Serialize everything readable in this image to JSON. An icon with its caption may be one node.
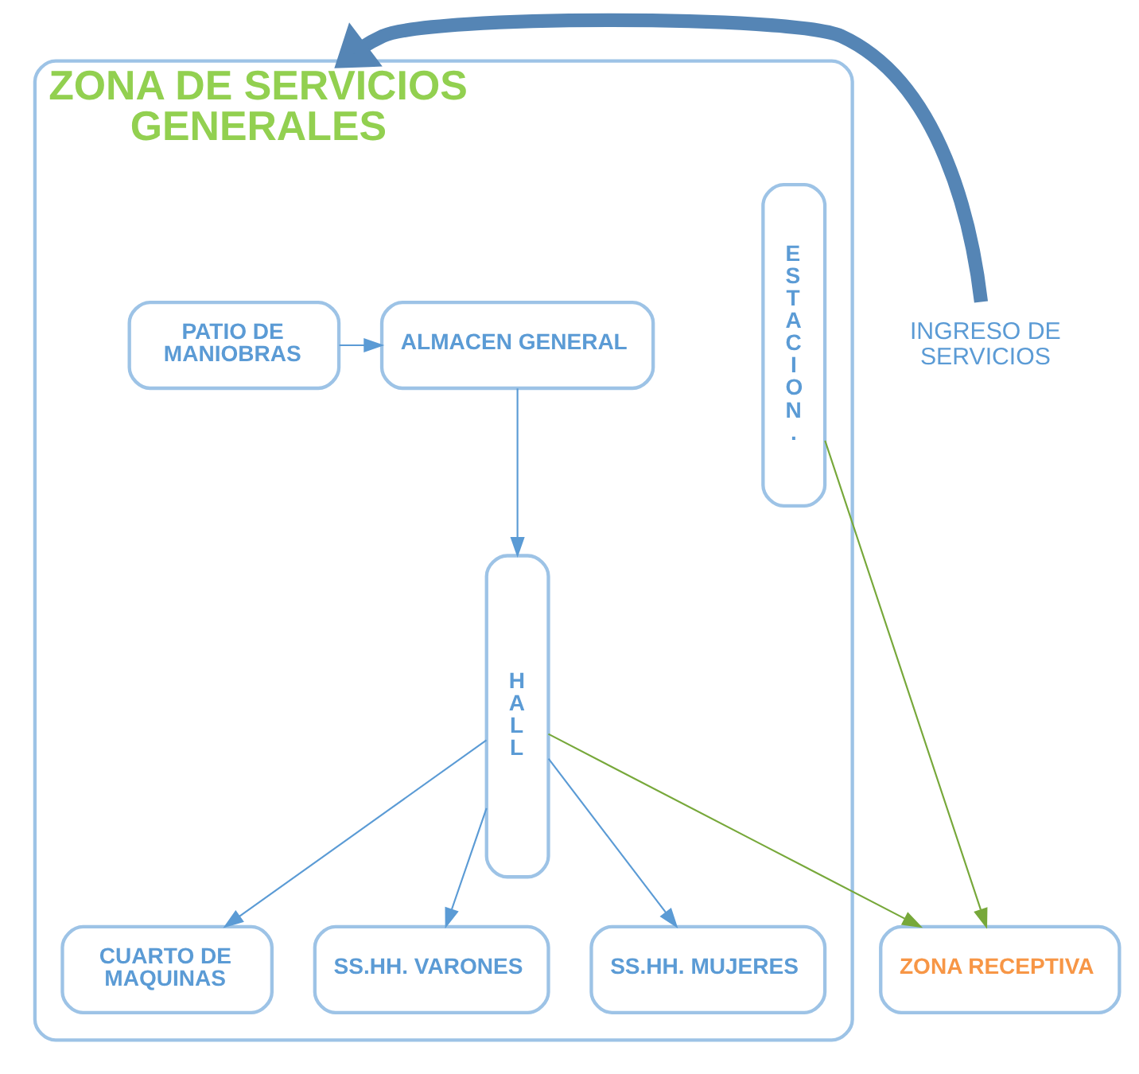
{
  "diagram": {
    "nodes": [
      {
        "text": [
          "ZONA DE SERVICIOS GENERALES"
        ]
      },
      {
        "text": [
          "ALMACEN GENERAL"
        ],
        "in": 0
      },
      {
        "text": [
          "PATIO DE MANIOBRAS"
        ],
        "in": 0
      },
      {
        "text": [
          "ESTACION."
        ],
        "in": 0
      },
      {
        "text": [
          "HALL"
        ],
        "in": 0
      },
      {
        "text": [
          "CUARTO DE MAQUINAS"
        ],
        "in": 0
      },
      {
        "text": [
          "SS.HH. VARONES"
        ],
        "in": 0
      },
      {
        "text": [
          "SS.HH. MUJERES"
        ],
        "in": 0
      },
      {
        "text": [
          "ZONA RECEPTIVA"
        ]
      },
      {
        "text": [
          "INGRESO DE SERVICIOS"
        ]
      }
    ],
    "edges": [
      {
        "from": 2,
        "to": 1,
        "arrow": "to"
      },
      {
        "from": 1,
        "to": 4,
        "arrow": "to"
      },
      {
        "from": 4,
        "to": 5,
        "arrow": "to"
      },
      {
        "from": 4,
        "to": 6,
        "arrow": "to"
      },
      {
        "from": 4,
        "to": 7,
        "arrow": "to"
      },
      {
        "from": 3,
        "to": 8,
        "arrow": "to",
        "color": "#77a83a"
      },
      {
        "from": 4,
        "to": 8,
        "arrow": "to",
        "color": "#77a83a"
      },
      {
        "from": 9,
        "to": 0,
        "arrow": "to",
        "style": "thick",
        "color": "#5585b5"
      }
    ]
  }
}
